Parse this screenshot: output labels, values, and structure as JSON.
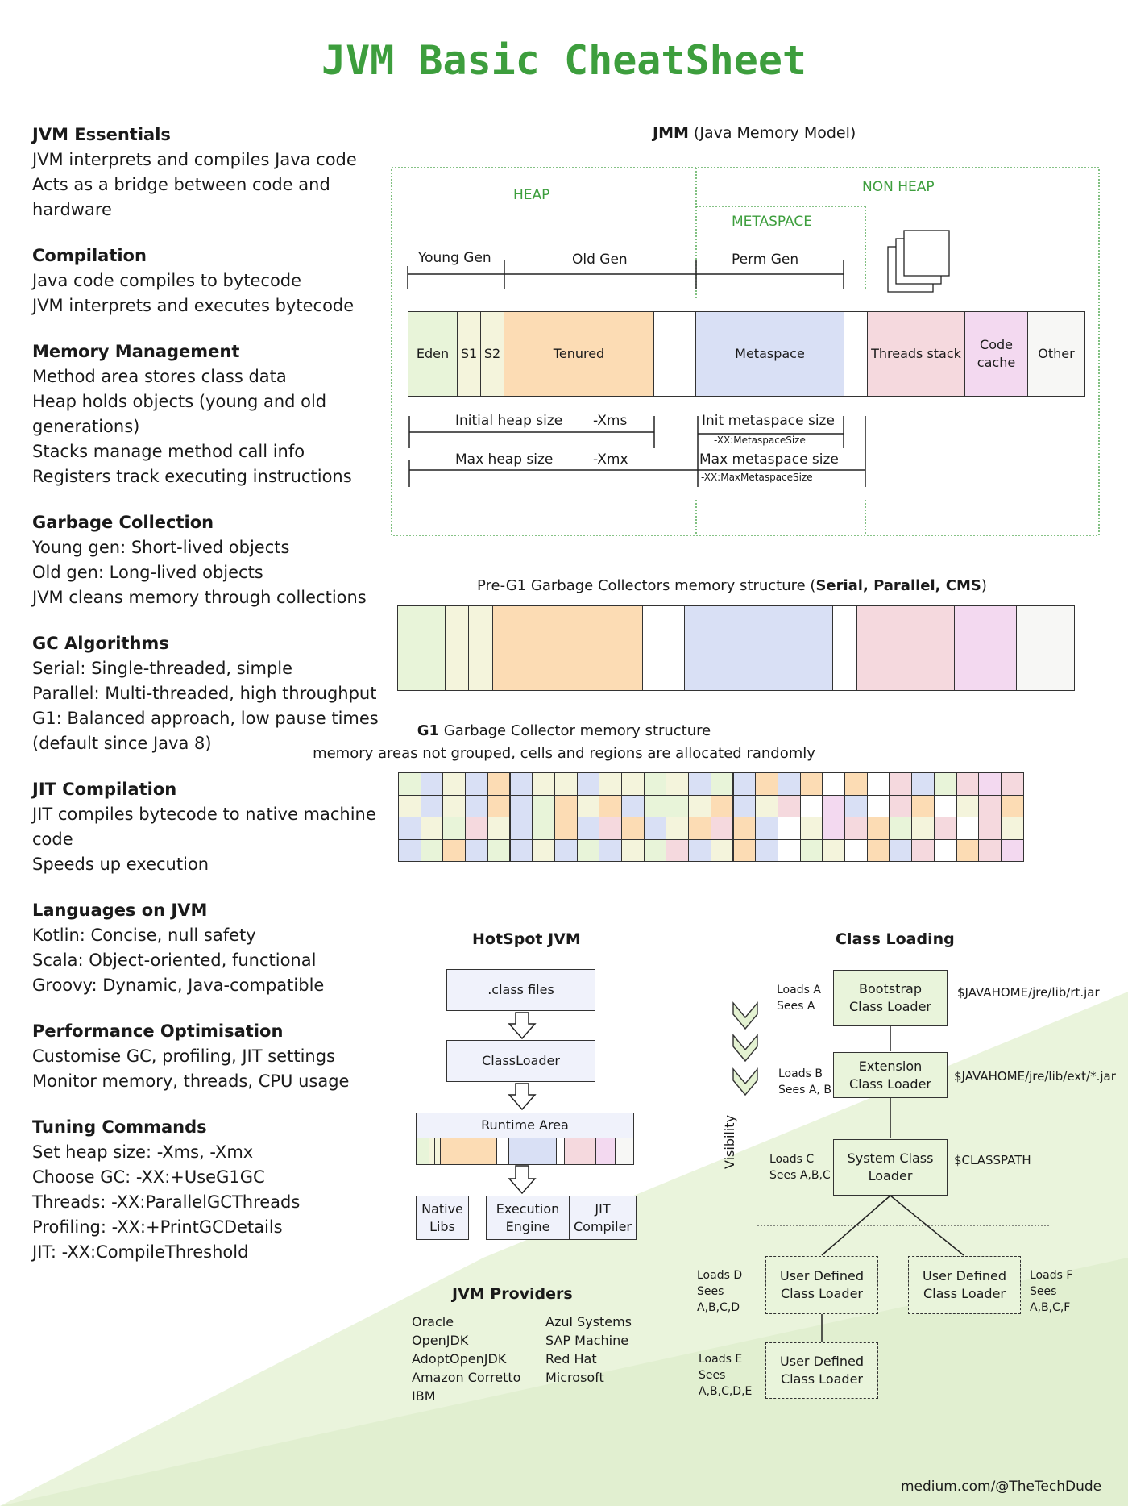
{
  "title": "JVM Basic CheatSheet",
  "left_sections": [
    {
      "heading": "JVM Essentials",
      "lines": [
        "JVM interprets and compiles Java code",
        "Acts as a bridge between code and hardware"
      ]
    },
    {
      "heading": "Compilation",
      "lines": [
        "Java code compiles to bytecode",
        "JVM interprets and executes bytecode"
      ]
    },
    {
      "heading": "Memory Management",
      "lines": [
        "Method area stores class data",
        "Heap holds objects (young and old generations)",
        "Stacks manage method call info",
        "Registers track executing instructions"
      ]
    },
    {
      "heading": "Garbage Collection",
      "lines": [
        "Young gen: Short-lived objects",
        "Old gen: Long-lived objects",
        "JVM cleans memory through collections"
      ]
    },
    {
      "heading": "GC Algorithms",
      "lines": [
        "Serial: Single-threaded, simple",
        "Parallel: Multi-threaded, high throughput",
        "G1: Balanced approach, low pause times (default since Java 8)"
      ]
    },
    {
      "heading": "JIT Compilation",
      "lines": [
        "JIT compiles bytecode to native machine code",
        "Speeds up execution"
      ]
    },
    {
      "heading": "Languages on JVM",
      "lines": [
        "Kotlin: Concise, null safety",
        "Scala: Object-oriented, functional",
        "Groovy: Dynamic, Java-compatible"
      ]
    },
    {
      "heading": "Performance Optimisation",
      "lines": [
        "Customise GC, profiling, JIT settings",
        "Monitor memory, threads, CPU usage"
      ]
    },
    {
      "heading": "Tuning Commands",
      "lines": [
        "Set heap size: -Xms, -Xmx",
        "Choose GC: -XX:+UseG1GC",
        "Threads: -XX:ParallelGCThreads",
        "Profiling: -XX:+PrintGCDetails",
        "JIT: -XX:CompileThreshold"
      ]
    }
  ],
  "jmm": {
    "title_bold": "JMM",
    "title_rest": " (Java Memory Model)",
    "heap": "HEAP",
    "non_heap": "NON HEAP",
    "metaspace_area": "METASPACE",
    "young_gen": "Young Gen",
    "old_gen": "Old Gen",
    "perm_gen": "Perm Gen",
    "cells": {
      "eden": "Eden",
      "s1": "S1",
      "s2": "S2",
      "tenured": "Tenured",
      "metaspace": "Metaspace",
      "threads": "Threads stack",
      "code": "Code cache",
      "other": "Other"
    },
    "initial_heap": "Initial heap size",
    "xms": "-Xms",
    "max_heap": "Max heap size",
    "xmx": "-Xmx",
    "init_meta": "Init metaspace size",
    "init_meta_flag": "-XX:MetaspaceSize",
    "max_meta": "Max metaspace size",
    "max_meta_flag": "-XX:MaxMetaspaceSize"
  },
  "pre_g1": {
    "title_pre": "Pre-G1 Garbage Collectors memory structure (",
    "title_bold": "Serial, Parallel, CMS",
    "title_post": ")"
  },
  "g1": {
    "title_bold": "G1",
    "title_rest": " Garbage Collector memory structure",
    "subtitle": "memory areas not grouped, cells and regions are allocated randomly"
  },
  "colors": {
    "eden": "#e8f4d9",
    "survivor": "#f4f4dc",
    "tenured": "#fcdcb4",
    "metaspace": "#d9e0f5",
    "threads": "#f5d9de",
    "code": "#f3d9f0",
    "other": "#f7f7f5",
    "white": "#ffffff",
    "green": "#3d9e3d",
    "cls": "#e9f4db"
  },
  "hotspot": {
    "title": "HotSpot JVM",
    "class_files": ".class files",
    "classloader": "ClassLoader",
    "runtime": "Runtime Area",
    "native": "Native Libs",
    "exec": "Execution Engine",
    "jit": "JIT Compiler"
  },
  "providers": {
    "title": "JVM Providers",
    "col1": [
      "Oracle",
      "OpenJDK",
      "AdoptOpenJDK",
      "Amazon Corretto",
      "IBM"
    ],
    "col2": [
      "Azul Systems",
      "SAP Machine",
      "Red Hat",
      "Microsoft"
    ]
  },
  "class_loading": {
    "title": "Class Loading",
    "visibility": "Visibility",
    "bootstrap": "Bootstrap Class Loader",
    "extension": "Extension Class Loader",
    "system": "System Class Loader",
    "user": "User Defined Class Loader",
    "path_boot": "$JAVAHOME/jre/lib/rt.jar",
    "path_ext": "$JAVAHOME/jre/lib/ext/*.jar",
    "path_sys": "$CLASSPATH",
    "notes": {
      "a": "Loads A Sees A",
      "b": "Loads B Sees A, B",
      "c": "Loads C Sees A,B,C",
      "d": "Loads D Sees A,B,C,D",
      "f": "Loads F Sees A,B,C,F",
      "e": "Loads E Sees A,B,C,D,E"
    }
  },
  "footer": "medium.com/@TheTechDude"
}
